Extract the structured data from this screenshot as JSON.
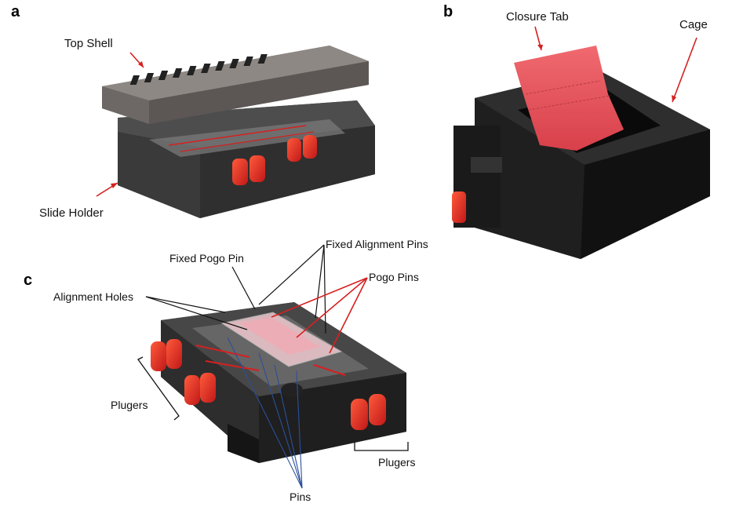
{
  "panels": {
    "a": {
      "letter": "a",
      "labels": {
        "top_shell": "Top Shell",
        "slide_holder": "Slide Holder"
      }
    },
    "b": {
      "letter": "b",
      "labels": {
        "closure_tab": "Closure Tab",
        "cage": "Cage"
      }
    },
    "c": {
      "letter": "c",
      "labels": {
        "fixed_alignment_pins": "Fixed Alignment Pins",
        "fixed_pogo_pin": "Fixed Pogo Pin",
        "pogo_pins": "Pogo Pins",
        "alignment_holes": "Alignment Holes",
        "plugers_left": "Plugers",
        "plugers_right": "Plugers",
        "pins": "Pins"
      }
    }
  },
  "colors": {
    "device_dark": "#3a3a3a",
    "device_black": "#1c1c1c",
    "shell_gray": "#6b6663",
    "plunger_red": "#e8202a",
    "tab_red": "#e8555c",
    "leader_red": "#d62020",
    "leader_black": "#111111",
    "leader_blue": "#2b4f9c"
  }
}
